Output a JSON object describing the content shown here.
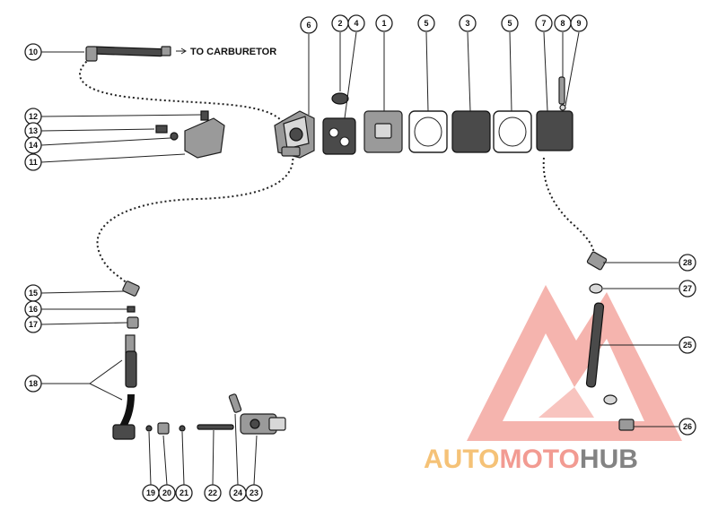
{
  "diagram": {
    "carburetor_label": "TO CARBURETOR",
    "callouts": [
      {
        "id": "c1",
        "label": "1"
      },
      {
        "id": "c2",
        "label": "2"
      },
      {
        "id": "c3",
        "label": "3"
      },
      {
        "id": "c4",
        "label": "4"
      },
      {
        "id": "c5a",
        "label": "5"
      },
      {
        "id": "c5b",
        "label": "5"
      },
      {
        "id": "c6",
        "label": "6"
      },
      {
        "id": "c7",
        "label": "7"
      },
      {
        "id": "c8",
        "label": "8"
      },
      {
        "id": "c9",
        "label": "9"
      },
      {
        "id": "c10",
        "label": "10"
      },
      {
        "id": "c11",
        "label": "11"
      },
      {
        "id": "c12",
        "label": "12"
      },
      {
        "id": "c13",
        "label": "13"
      },
      {
        "id": "c14",
        "label": "14"
      },
      {
        "id": "c15",
        "label": "15"
      },
      {
        "id": "c16",
        "label": "16"
      },
      {
        "id": "c17",
        "label": "17"
      },
      {
        "id": "c18",
        "label": "18"
      },
      {
        "id": "c19",
        "label": "19"
      },
      {
        "id": "c20",
        "label": "20"
      },
      {
        "id": "c21",
        "label": "21"
      },
      {
        "id": "c22",
        "label": "22"
      },
      {
        "id": "c23",
        "label": "23"
      },
      {
        "id": "c24",
        "label": "24"
      },
      {
        "id": "c25",
        "label": "25"
      },
      {
        "id": "c26",
        "label": "26"
      },
      {
        "id": "c27",
        "label": "27"
      },
      {
        "id": "c28",
        "label": "28"
      }
    ]
  },
  "watermark": {
    "part1": "AUTO",
    "part2": "MOTO",
    "part3": "HUB",
    "color_primary": "#f08a80",
    "color_accent": "#f4b860",
    "color_dark": "#6e6e6e"
  }
}
